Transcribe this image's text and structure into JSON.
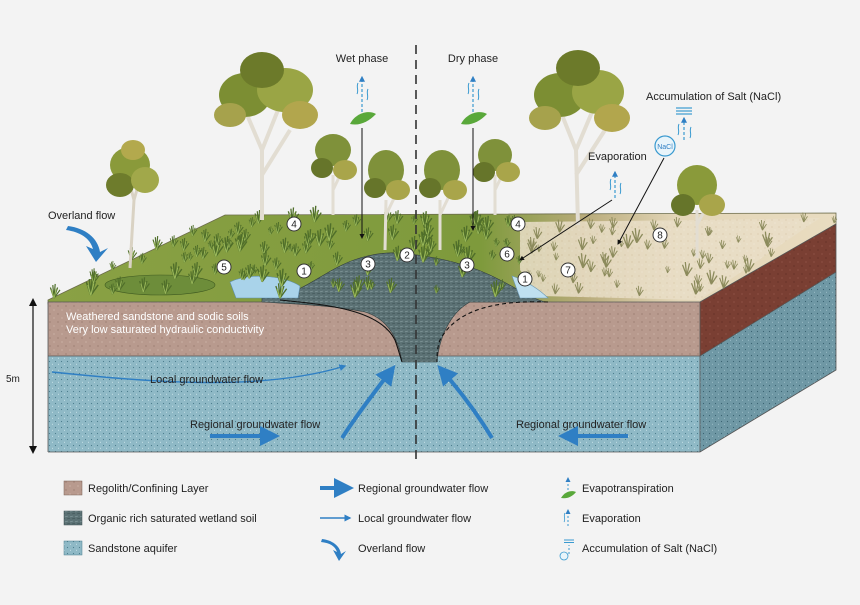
{
  "phases": {
    "wet": "Wet phase",
    "dry": "Dry phase"
  },
  "labels": {
    "overland_flow": "Overland flow",
    "evaporation": "Evaporation",
    "salt_accumulation": "Accumulation of Salt (NaCl)",
    "nacl_symbol": "NaCl",
    "regolith_line1": "Weathered sandstone and sodic soils",
    "regolith_line2": "Very low saturated hydraulic conductivity",
    "local_gw_flow": "Local groundwater flow",
    "regional_gw_flow_left": "Regional groundwater flow",
    "regional_gw_flow_right": "Regional groundwater flow",
    "scale": "5m"
  },
  "markers": {
    "m1a": "1",
    "m1b": "1",
    "m2": "2",
    "m3a": "3",
    "m3b": "3",
    "m4a": "4",
    "m4b": "4",
    "m5": "5",
    "m6": "6",
    "m7": "7",
    "m8": "8"
  },
  "legend": {
    "regolith": "Regolith/Confining Layer",
    "wetland_soil": "Organic rich saturated wetland soil",
    "aquifer": "Sandstone aquifer",
    "regional_flow": "Regional groundwater flow",
    "local_flow": "Local groundwater flow",
    "overland": "Overland flow",
    "evapotranspiration": "Evapotranspiration",
    "evaporation": "Evaporation",
    "salt": "Accumulation of Salt (NaCl)"
  },
  "colors": {
    "regolith": "#b89a8e",
    "aquifer": "#8fb9c6",
    "wetland_soil": "#5b7174",
    "grass": "#7f9a3c",
    "sand": "#e7dcc4",
    "arrow": "#2f7fc4",
    "water": "#a9d3ea"
  }
}
